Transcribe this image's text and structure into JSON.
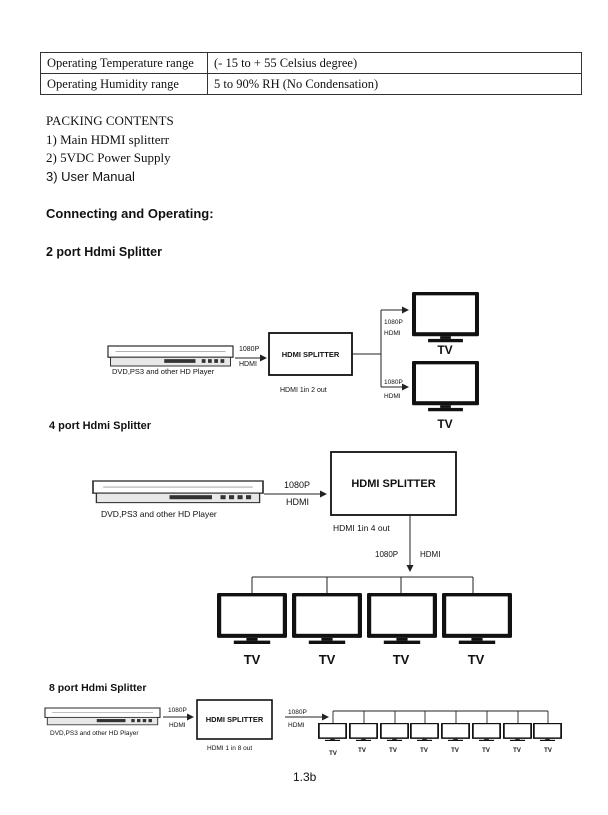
{
  "specs": [
    {
      "label": "Operating Temperature range",
      "value": "(- 15 to + 55 Celsius degree)"
    },
    {
      "label": "Operating Humidity range",
      "value": "5 to 90% RH (No Condensation)"
    }
  ],
  "packing": {
    "title": "PACKING CONTENTS",
    "items": [
      "1) Main HDMI splitterr",
      "2) 5VDC Power Supply",
      "3) User Manual"
    ]
  },
  "section_title": "Connecting and Operating:",
  "d2": {
    "title": "2 port Hdmi Splitter",
    "player_label": "DVD,PS3 and other HD Player",
    "in_res": "1080P",
    "in_hdmi": "HDMI",
    "splitter": "HDMI SPLITTER",
    "caption": "HDMI 1in 2 out",
    "out_res": "1080P",
    "out_hdmi": "HDMI",
    "tv": "TV"
  },
  "d4": {
    "title": "4 port Hdmi Splitter",
    "player_label": "DVD,PS3 and other HD Player",
    "in_res": "1080P",
    "in_hdmi": "HDMI",
    "splitter": "HDMI SPLITTER",
    "caption": "HDMI 1in 4 out",
    "out_res": "1080P",
    "out_hdmi": "HDMI",
    "tv": "TV"
  },
  "d8": {
    "title": "8 port Hdmi Splitter",
    "player_label": "DVD,PS3 and other HD Player",
    "in_res": "1080P",
    "in_hdmi": "HDMI",
    "splitter": "HDMI SPLITTER",
    "caption": "HDMI 1 in 8 out",
    "out_res": "1080P",
    "out_hdmi": "HDMI",
    "tv": "TV"
  },
  "page_number": "1.3b"
}
